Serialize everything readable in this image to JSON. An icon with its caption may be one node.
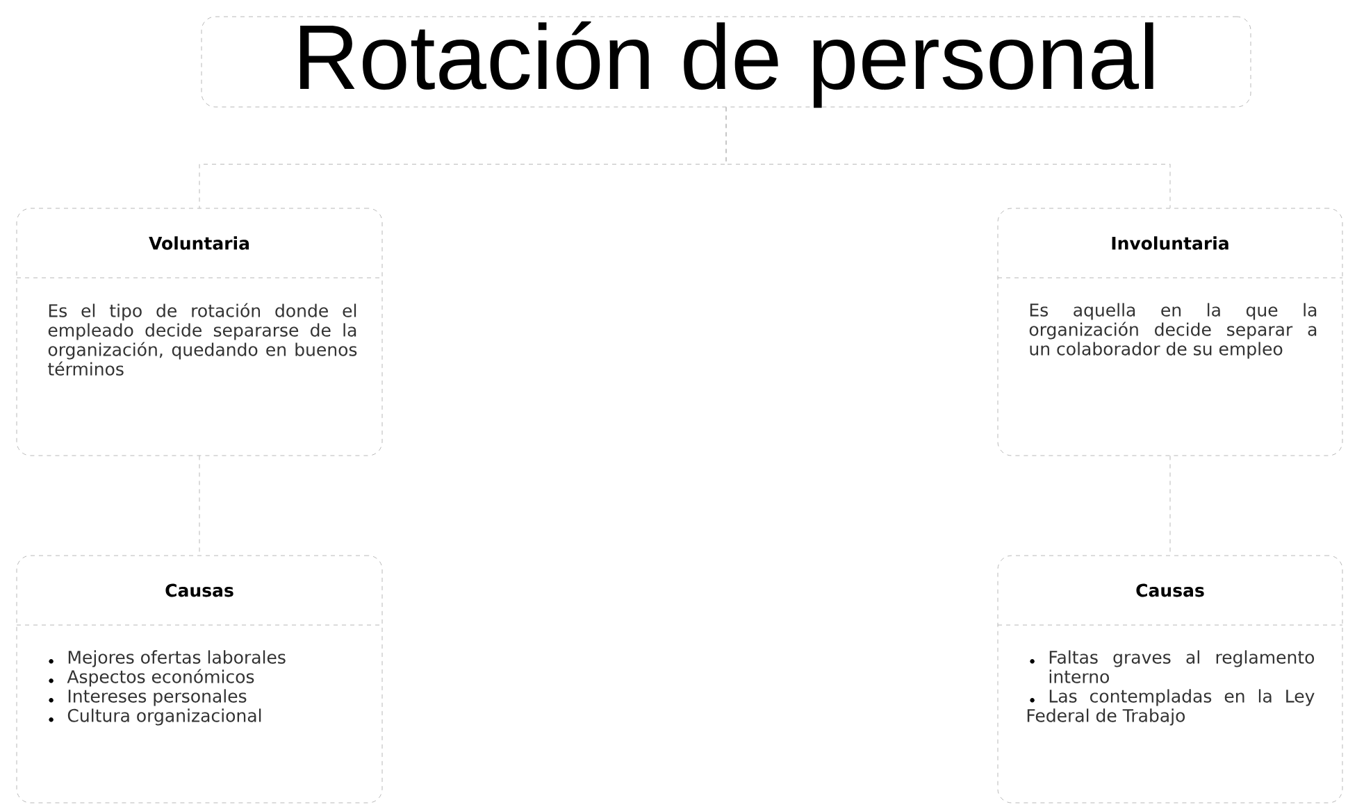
{
  "diagram": {
    "nodes": [
      {
        "text": [
          "Rotación de personal"
        ]
      },
      {
        "text": [
          "Voluntaria",
          "Es el tipo de rotación donde el empleado decide separarse de la organización, quedando en buenos términos"
        ]
      },
      {
        "text": [
          "Involuntaria",
          "Es aquella en la que la organización decide separar a un colaborador de su empleo"
        ]
      },
      {
        "text": [
          "Causas",
          "Mejores ofertas laborales",
          "Aspectos económicos",
          "Intereses personales",
          "Cultura organizacional"
        ]
      },
      {
        "text": [
          "Causas",
          "Faltas graves al reglamento interno",
          "Las contempladas en la Ley Federal de Trabajo"
        ]
      }
    ],
    "edges": [
      {
        "from": 0,
        "to": 1,
        "arrow": "none",
        "style": "dashed"
      },
      {
        "from": 0,
        "to": 2,
        "arrow": "none",
        "style": "dashed"
      },
      {
        "from": 1,
        "to": 3,
        "arrow": "none",
        "style": "dashed"
      },
      {
        "from": 2,
        "to": 4,
        "arrow": "none",
        "style": "dashed"
      }
    ]
  }
}
